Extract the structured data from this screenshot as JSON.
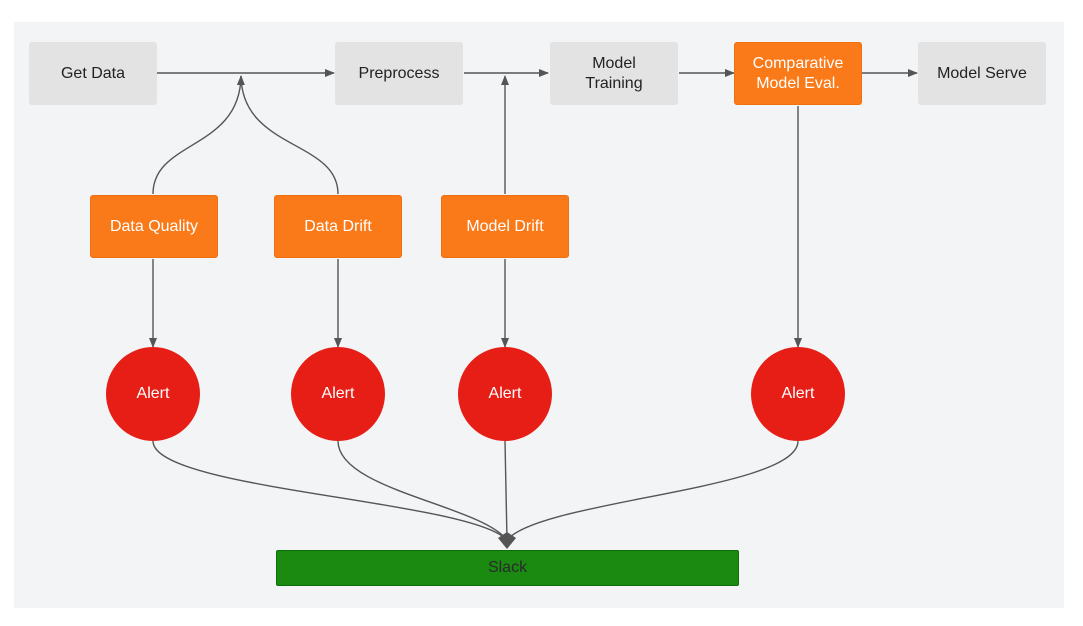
{
  "pipeline": {
    "get_data": "Get Data",
    "preprocess": "Preprocess",
    "model_training": "Model\nTraining",
    "comparative_eval": "Comparative\nModel Eval.",
    "model_serve": "Model Serve"
  },
  "monitors": {
    "data_quality": "Data Quality",
    "data_drift": "Data Drift",
    "model_drift": "Model Drift"
  },
  "alerts": [
    "Alert",
    "Alert",
    "Alert",
    "Alert"
  ],
  "sink": {
    "slack": "Slack"
  },
  "colors": {
    "background": "#f3f4f5",
    "step": "#e3e3e3",
    "monitor": "#fa7a19",
    "alert": "#e61e16",
    "slack": "#1a8a10",
    "connector": "#555555"
  }
}
